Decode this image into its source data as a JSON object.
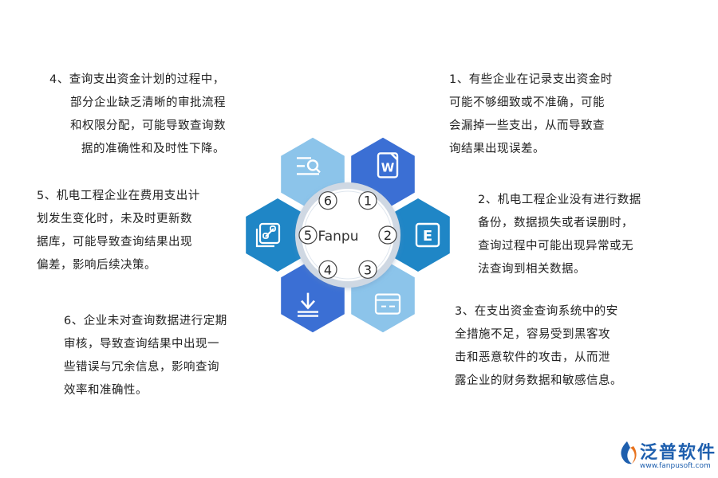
{
  "center_label": "Fanpu",
  "segments": [
    {
      "num": "1",
      "color": "#3b6fd4",
      "icon": "word-document-icon"
    },
    {
      "num": "2",
      "color": "#1f86c6",
      "icon": "e-document-icon"
    },
    {
      "num": "3",
      "color": "#8cc4ea",
      "icon": "keyboard-icon"
    },
    {
      "num": "4",
      "color": "#3b6fd4",
      "icon": "download-icon"
    },
    {
      "num": "5",
      "color": "#1f86c6",
      "icon": "linked-documents-icon"
    },
    {
      "num": "6",
      "color": "#8cc4ea",
      "icon": "search-list-icon"
    }
  ],
  "notes": {
    "n1": [
      "1、有些企业在记录支出资金时",
      "可能不够细致或不准确，可能",
      "会漏掉一些支出，从而导致查",
      "询结果出现误差。"
    ],
    "n2": [
      "2、机电工程企业没有进行数据",
      "备份，数据损失或者误删时，",
      "查询过程中可能出现异常或无",
      "法查询到相关数据。"
    ],
    "n3": [
      "3、在支出资金查询系统中的安",
      "全措施不足，容易受到黑客攻",
      "击和恶意软件的攻击，从而泄",
      "露企业的财务数据和敏感信息。"
    ],
    "n4": [
      "4、查询支出资金计划的过程中，",
      "部分企业缺乏清晰的审批流程",
      "和权限分配，可能导致查询数",
      "据的准确性和及时性下降。"
    ],
    "n5": [
      "5、机电工程企业在费用支出计",
      "划发生变化时，未及时更新数",
      "据库，可能导致查询结果出现",
      "偏差，影响后续决策。"
    ],
    "n6": [
      "6、企业未对查询数据进行定期",
      "审核，导致查询结果中出现一",
      "些错误与冗余信息，影响查询",
      "效率和准确性。"
    ]
  },
  "logo": {
    "name": "泛普软件",
    "url": "www.fanpusoft.com",
    "color": "#1e5fae",
    "accent": "#e8731e"
  }
}
